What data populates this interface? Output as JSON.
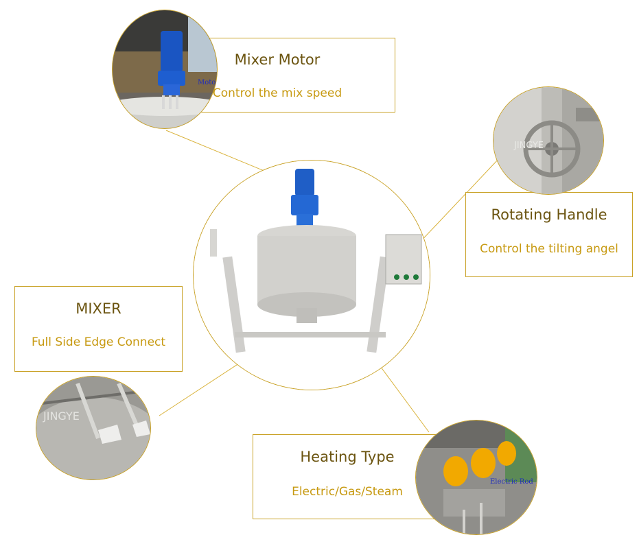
{
  "colors": {
    "accent_border": "#c9a227",
    "title_text": "#6b5410",
    "sub_text": "#c79a12"
  },
  "callouts": {
    "mixer_motor": {
      "title": "Mixer Motor",
      "subtitle": "Control the mix speed"
    },
    "rotating_handle": {
      "title": "Rotating Handle",
      "subtitle": "Control the tilting angel"
    },
    "mixer": {
      "title": "MIXER",
      "subtitle": "Full Side Edge Connect"
    },
    "heating": {
      "title": "Heating Type",
      "subtitle": "Electric/Gas/Steam"
    }
  },
  "photo_labels": {
    "motor": "Motor",
    "electric_rod": "Electric Rod",
    "brand_watermark": "JINGYE"
  }
}
